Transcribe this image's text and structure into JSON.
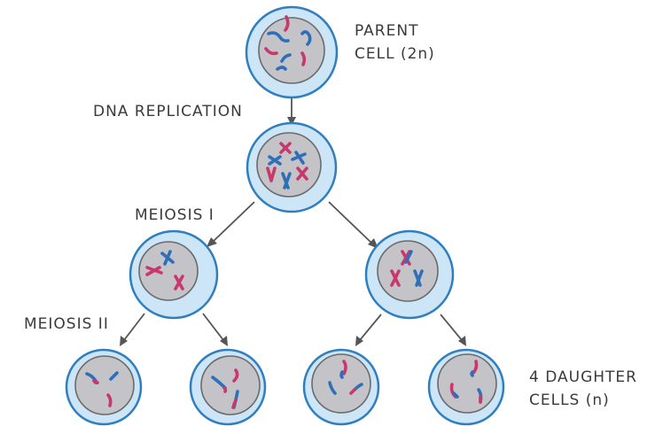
{
  "labels": {
    "parent_line1": "PARENT",
    "parent_line2": "CELL (2n)",
    "dna_replication": "DNA REPLICATION",
    "meiosis_1": "MEIOSIS I",
    "meiosis_2": "MEIOSIS II",
    "daughter_line1": "4 DAUGHTER",
    "daughter_line2": "CELLS (n)"
  },
  "colors": {
    "cell_fill": "#cce6f7",
    "cell_border": "#2f7ec0",
    "nucleus_fill": "#c4c4c8",
    "chromosome_pink": "#c8386b",
    "chromosome_blue": "#2f6fb8",
    "arrow": "#555555"
  }
}
